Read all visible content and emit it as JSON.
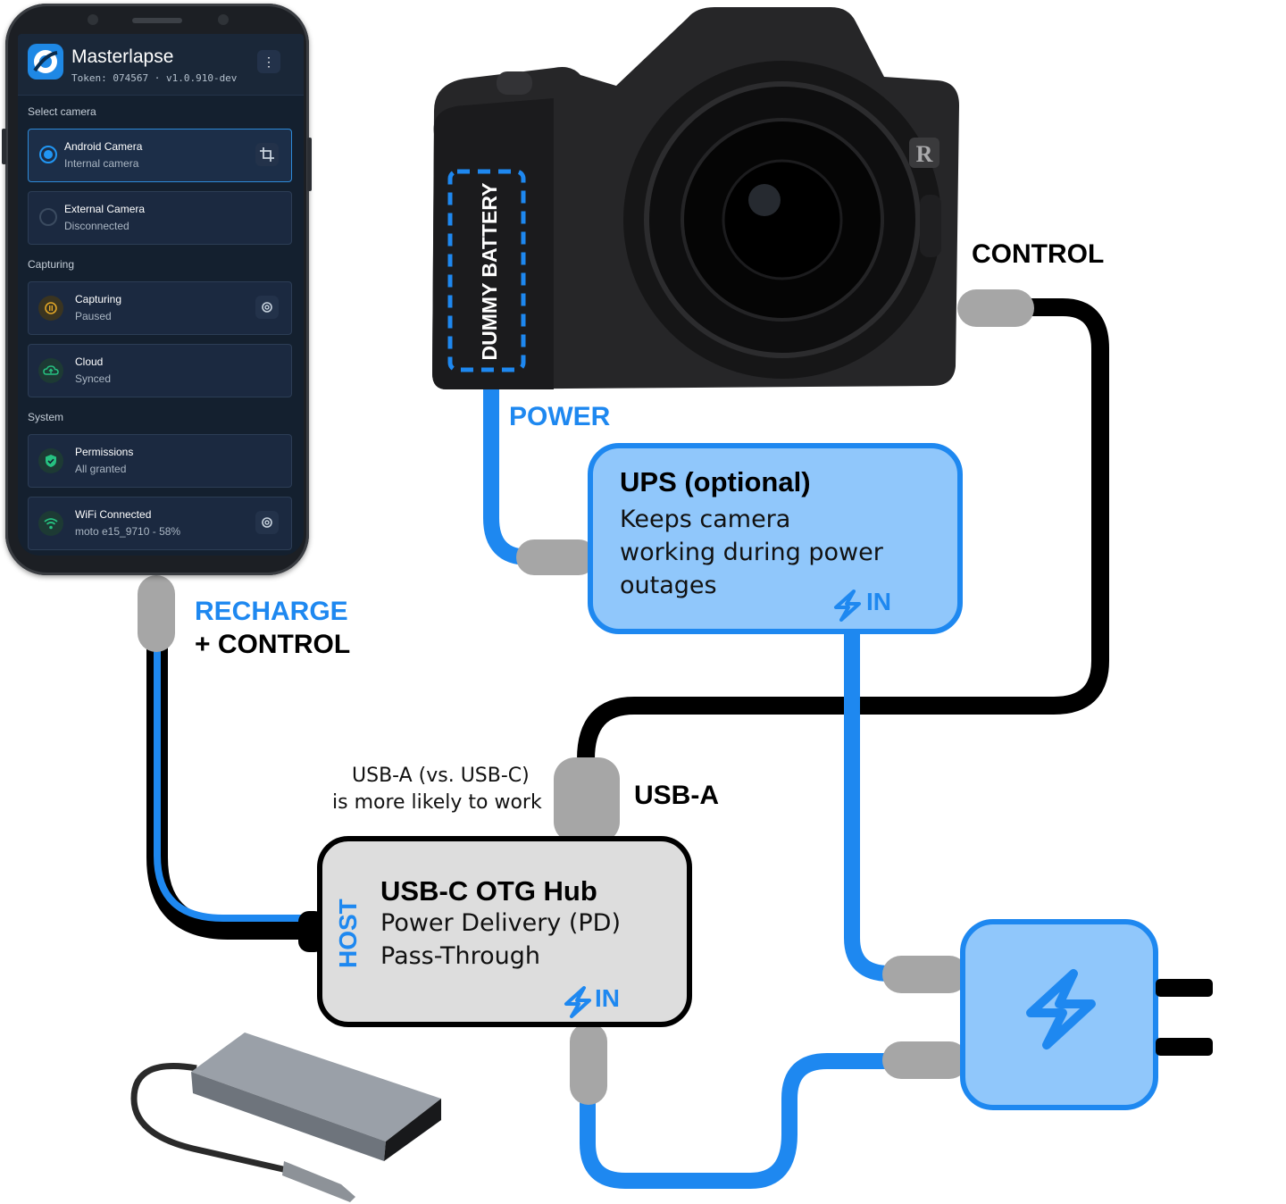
{
  "app": {
    "title": "Masterlapse",
    "token_line": "Token: 074567 · v1.0.910-dev",
    "menu_glyph": "⋮",
    "sections": {
      "select_camera": "Select camera",
      "capturing": "Capturing",
      "system": "System"
    },
    "cards": [
      {
        "title": "Android Camera",
        "subtitle": "Internal camera",
        "icon": "radio-selected-icon",
        "action_icon": "crop-icon"
      },
      {
        "title": "External Camera",
        "subtitle": "Disconnected",
        "icon": "radio-empty-icon"
      },
      {
        "title": "Capturing",
        "subtitle": "Paused",
        "icon": "pause-icon",
        "action_icon": "gear-icon"
      },
      {
        "title": "Cloud",
        "subtitle": "Synced",
        "icon": "cloud-upload-icon"
      },
      {
        "title": "Permissions",
        "subtitle": "All granted",
        "icon": "shield-check-icon"
      },
      {
        "title": "WiFi Connected",
        "subtitle": "moto e15_9710 - 58%",
        "icon": "wifi-icon",
        "action_icon": "gear-icon"
      }
    ],
    "colors": {
      "accent": "#2196f3",
      "background": "#14202f",
      "card": "#1b2940",
      "capture_amber": "#e0a527",
      "ok_green": "#26c281"
    }
  },
  "diagram": {
    "camera_battery": "DUMMY BATTERY",
    "power": "POWER",
    "control": "CONTROL",
    "recharge": "RECHARGE",
    "plus_control": "+ CONTROL",
    "ups": {
      "title": "UPS (optional)",
      "lines": [
        "Keeps camera",
        "working during power",
        "outages"
      ],
      "in_label": "IN"
    },
    "usb_note": [
      "USB-A (vs. USB-C)",
      "is more likely to work"
    ],
    "usb_a": "USB-A",
    "hub": {
      "title": "USB-C OTG Hub",
      "lines": [
        "Power Delivery (PD)",
        "Pass-Through"
      ],
      "host_label": "HOST",
      "in_label": "IN"
    },
    "camera_badge": "R",
    "colors": {
      "blue": "#1e88f0",
      "black": "#000000",
      "plug_gray": "#a6a6a6",
      "ups_fill": "#90c7fb",
      "hub_fill": "#dddddd",
      "charger_fill": "#90c7fb"
    }
  }
}
